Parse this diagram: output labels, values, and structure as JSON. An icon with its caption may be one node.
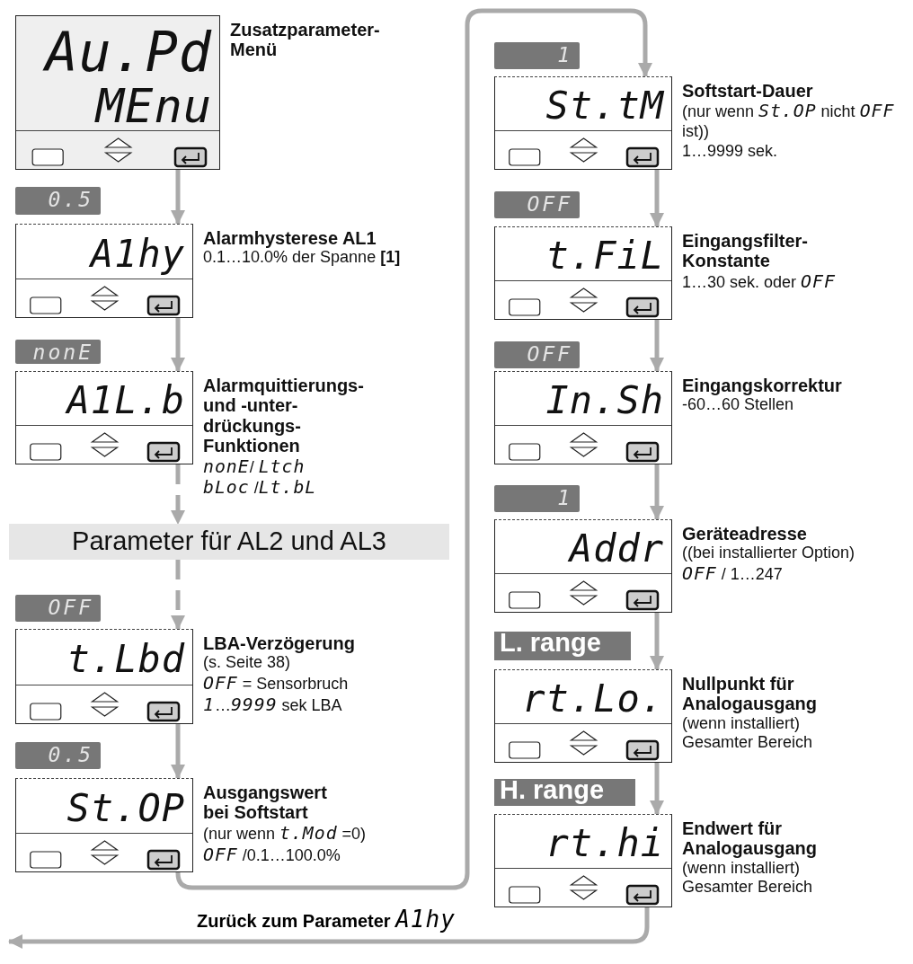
{
  "diagram": {
    "nodes": [
      {
        "text": [
          "Au.Pd",
          "MEnu",
          "Zusatzparameter- Menü"
        ]
      },
      {
        "text": [
          "0.5"
        ]
      },
      {
        "text": [
          "A1hy",
          "Alarmhysterese AL1"
        ],
        "beside": [
          "0.1…10.0% der Spanne **[1]**"
        ]
      },
      {
        "text": [
          "nonE"
        ]
      },
      {
        "text": [
          "A1L.b",
          "Alarmquittierungs- und -unter- drückungs- Funktionen"
        ],
        "beside": [
          "*nonE*/ *Ltch*",
          "*bLoc* /*Lt.bL*"
        ]
      },
      {
        "text": [
          "Parameter für AL2 und AL3"
        ]
      },
      {
        "text": [
          "OFF"
        ]
      },
      {
        "text": [
          "t.Lbd",
          "LBA-Verzögerung"
        ],
        "beside": [
          "(s. Seite 38)",
          "*OFF* = Sensorbruch",
          "*1*…*9999* sek LBA"
        ]
      },
      {
        "text": [
          "0.5"
        ]
      },
      {
        "text": [
          "St.OP",
          "Ausgangswert bei Softstart"
        ],
        "beside": [
          "(nur wenn *t.Mod* =0)",
          "*OFF* /0.1…100.0%"
        ]
      },
      {
        "text": [
          "1"
        ]
      },
      {
        "text": [
          "St.tM",
          "Softstart-Dauer"
        ],
        "beside": [
          "(nur wenn *St.OP* nicht *OFF* ist))",
          "1…9999 sek."
        ]
      },
      {
        "text": [
          "OFF"
        ]
      },
      {
        "text": [
          "t.FiL",
          "Eingangsfilter- Konstante"
        ],
        "beside": [
          "1…30 sek. oder *OFF*"
        ]
      },
      {
        "text": [
          "OFF"
        ]
      },
      {
        "text": [
          "In.Sh",
          "Eingangskorrektur"
        ],
        "beside": [
          "-60…60 Stellen"
        ]
      },
      {
        "text": [
          "1"
        ]
      },
      {
        "text": [
          "Addr",
          "Geräteadresse"
        ],
        "beside": [
          "((bei installierter Option)",
          "*OFF* / 1…247"
        ]
      },
      {
        "text": [
          "L. range"
        ]
      },
      {
        "text": [
          "rt.Lo.",
          "Nullpunkt für Analogausgang"
        ],
        "beside": [
          "(wenn installiert)",
          "Gesamter Bereich"
        ]
      },
      {
        "text": [
          "H. range"
        ]
      },
      {
        "text": [
          "rt.hi",
          "Endwert für Analogausgang"
        ],
        "beside": [
          "(wenn installiert)",
          "Gesamter Bereich"
        ]
      }
    ],
    "edges": [
      {
        "from": 0,
        "to": 2,
        "arrow": "to"
      },
      {
        "from": 2,
        "to": 4,
        "arrow": "to"
      },
      {
        "from": 4,
        "to": 5,
        "arrow": "to",
        "style": "dashed"
      },
      {
        "from": 5,
        "to": 7,
        "arrow": "to",
        "style": "dashed"
      },
      {
        "from": 7,
        "to": 9,
        "arrow": "to"
      },
      {
        "from": 9,
        "to": 11,
        "arrow": "to"
      },
      {
        "from": 11,
        "to": 13,
        "arrow": "to"
      },
      {
        "from": 13,
        "to": 15,
        "arrow": "to"
      },
      {
        "from": 15,
        "to": 17,
        "arrow": "to"
      },
      {
        "from": 17,
        "to": 19,
        "arrow": "to"
      },
      {
        "from": 19,
        "to": 21,
        "arrow": "to"
      },
      {
        "from": 21,
        "to": null,
        "arrow": "to",
        "label": "Zurück zum Parameter *A1hy*"
      }
    ]
  }
}
